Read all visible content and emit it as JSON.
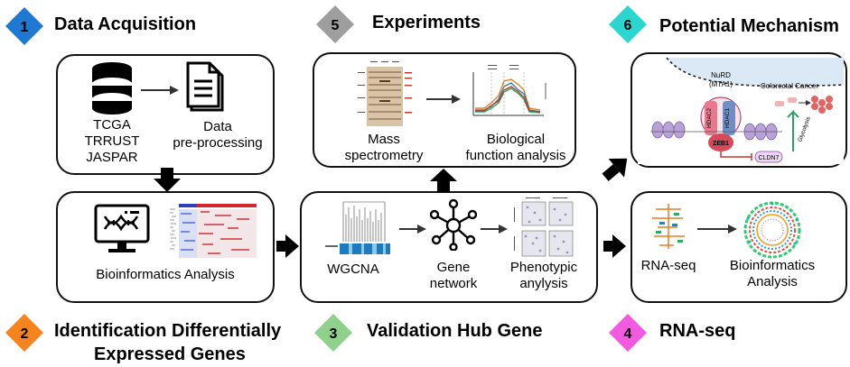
{
  "steps": {
    "s1": {
      "number": "1",
      "title": "Data Acquisition",
      "color": "#1f78d1"
    },
    "s2": {
      "number": "2",
      "title_line1": "Identification Differentially",
      "title_line2": "Expressed Genes",
      "color": "#f5841f"
    },
    "s3": {
      "number": "3",
      "title": "Validation Hub Gene",
      "color": "#8fd18a"
    },
    "s4": {
      "number": "4",
      "title": "RNA-seq",
      "color": "#f25ae0"
    },
    "s5": {
      "number": "5",
      "title": "Experiments",
      "color": "#9e9e9e"
    },
    "s6": {
      "number": "6",
      "title": "Potential Mechanism",
      "color": "#2cd6d0"
    }
  },
  "data_panel": {
    "db_lines": [
      "TCGA",
      "TRRUST",
      "JASPAR"
    ],
    "pre_lines": [
      "Data",
      "pre-processing"
    ]
  },
  "bio_panel": {
    "label": "Bioinformatics Analysis"
  },
  "validation_panel": {
    "wgcna": "WGCNA",
    "gene_network": [
      "Gene",
      "network"
    ],
    "phenotypic": [
      "Phenotypic",
      "anylysis"
    ]
  },
  "experiments_panel": {
    "mass": [
      "Mass",
      "spectrometry"
    ],
    "biofunc": [
      "Biological",
      "function analysis"
    ]
  },
  "rnaseq_panel": {
    "rna": "RNA-seq",
    "bio": [
      "Bioinformatics",
      "Analysis"
    ]
  },
  "mechanism_panel": {
    "nurd": "NuRD",
    "mta1": "(MTA1)",
    "hdac2": "HDAC2",
    "hdac1": "HDAC1",
    "zeb1": "ZEB1",
    "crc": "Colorectal Cancer",
    "glycolysis": "Glycolysis",
    "cldn7": "CLDN7"
  }
}
